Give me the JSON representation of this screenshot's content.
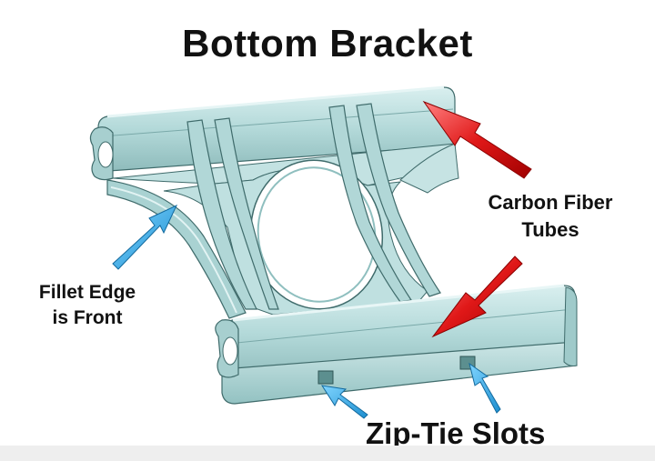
{
  "title": "Bottom Bracket",
  "labels": {
    "carbon_fiber_line1": "Carbon Fiber",
    "carbon_fiber_line2": "Tubes",
    "fillet_line1": "Fillet Edge",
    "fillet_line2": "is Front",
    "zip_tie": "Zip-Tie Slots"
  },
  "colors": {
    "part_face": "#b7dcdc",
    "part_light": "#d4ecec",
    "part_dark": "#8fbfbf",
    "edge": "#3f6b6b",
    "red_arrow": "#e02020",
    "blue_arrow": "#29a8e8"
  }
}
